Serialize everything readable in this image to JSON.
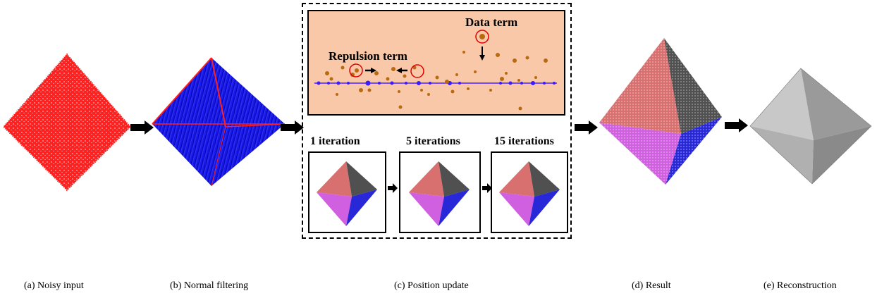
{
  "captions": {
    "a": "(a) Noisy input",
    "b": "(b) Normal filtering",
    "c": "(c) Position update",
    "d": "(d) Result",
    "e": "(e) Reconstruction"
  },
  "panel_c": {
    "data_term_label": "Data term",
    "repulsion_term_label": "Repulsion term",
    "iterations": [
      {
        "label": "1 iteration"
      },
      {
        "label": "5 iterations"
      },
      {
        "label": "15 iterations"
      }
    ]
  },
  "colors": {
    "noisy_points": "#ff1a1a",
    "normals_blue": "#1010e0",
    "inset_background": "#f8c8a8",
    "surface_point_blue": "#3a1cff",
    "outlier_brown": "#b86a10",
    "highlight_circle": "#e00000",
    "face_red": "#d87070",
    "face_dark": "#505050",
    "face_magenta": "#d060e0",
    "face_blue": "#2828d8",
    "recon_gray": "#a8a8a8"
  }
}
